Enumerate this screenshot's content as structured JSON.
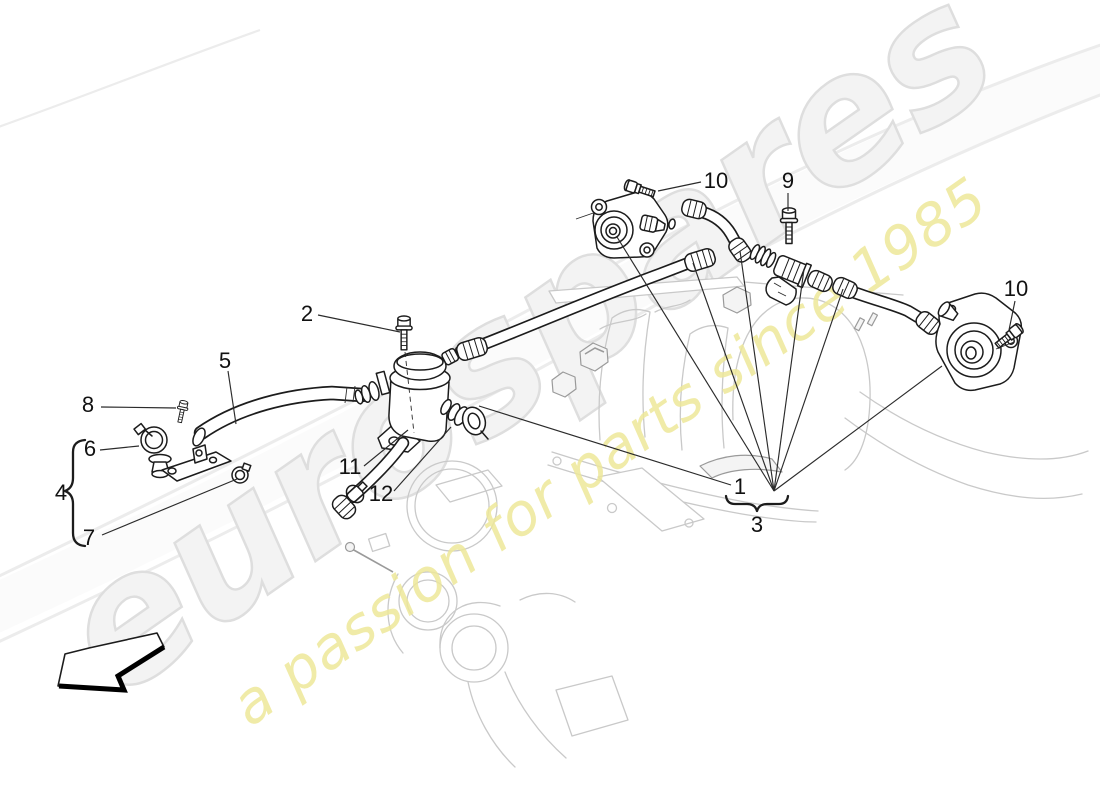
{
  "page": {
    "background": "#ffffff"
  },
  "watermark": {
    "brand": "eurospares",
    "tagline": "a passion for parts since 1985",
    "brand_fill": "#f3f3f3",
    "brand_outline": "#dedede",
    "tagline_color": "#eee89a"
  },
  "callouts": {
    "c1": "1",
    "c2": "2",
    "c3": "3",
    "c4": "4",
    "c5": "5",
    "c6": "6",
    "c7": "7",
    "c8": "8",
    "c9": "9",
    "c10a": "10",
    "c10b": "10",
    "c11": "11",
    "c12": "12"
  }
}
